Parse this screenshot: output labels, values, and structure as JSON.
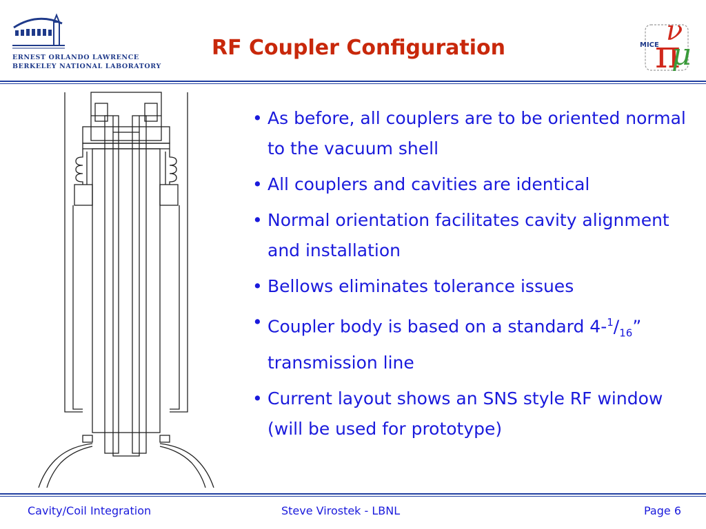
{
  "header": {
    "org_line1": "Ernest Orlando Lawrence",
    "org_line2": "Berkeley National Laboratory",
    "title": "RF Coupler Configuration",
    "right_logo_text": "MICE"
  },
  "bullets": [
    {
      "text": "As before, all couplers are to be oriented normal to the vacuum shell"
    },
    {
      "text": "All couplers and cavities are identical"
    },
    {
      "text": "Normal orientation facilitates cavity alignment and installation"
    },
    {
      "text": "Bellows eliminates tolerance issues"
    },
    {
      "prefix": "Coupler body is based on a standard 4-",
      "sup": "1",
      "slash": "/",
      "sub": "16",
      "suffix": "” transmission line"
    },
    {
      "text": "Current layout shows an SNS style RF window (will be used for prototype)"
    }
  ],
  "footer": {
    "left": "Cavity/Coil Integration",
    "center": "Steve Virostek - LBNL",
    "right": "Page 6"
  },
  "colors": {
    "title": "#c8280b",
    "text": "#1a1adc",
    "rule": "#1f3da0"
  },
  "icons": {
    "lbnl": "lbnl-building-logo-icon",
    "mice": "mice-pi-nu-mu-logo-icon"
  }
}
